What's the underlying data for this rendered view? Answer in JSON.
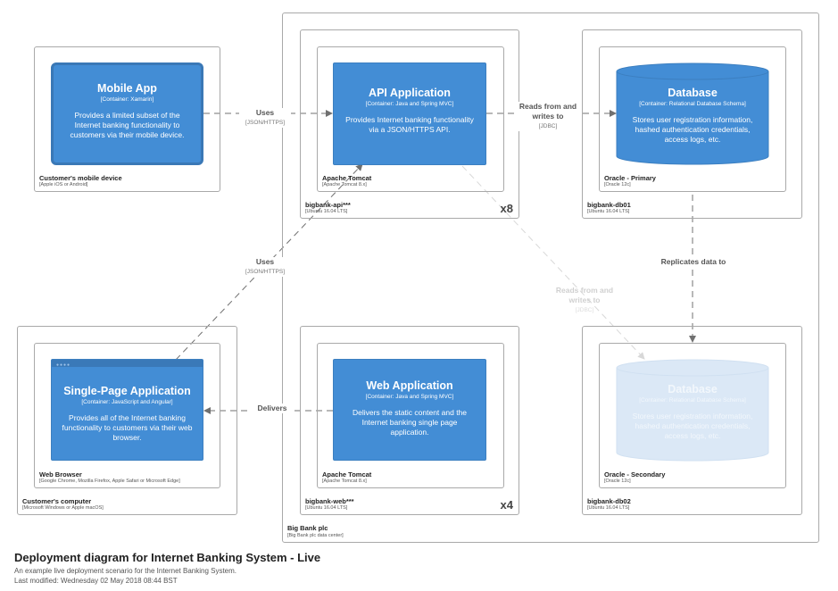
{
  "diagram": {
    "title": "Deployment diagram for Internet Banking System - Live",
    "description": "An example live deployment scenario for the Internet Banking System.",
    "last_modified": "Last modified: Wednesday 02 May 2018 08:44 BST"
  },
  "nodes": {
    "mobile_device": {
      "label": "Customer's mobile device",
      "tech": "[Apple iOS or Android]"
    },
    "customer_computer": {
      "label": "Customer's computer",
      "tech": "[Microsoft Windows or Apple macOS]"
    },
    "web_browser": {
      "label": "Web Browser",
      "tech": "[Google Chrome, Mozilla Firefox, Apple Safari or Microsoft Edge]"
    },
    "big_bank": {
      "label": "Big Bank plc",
      "tech": "[Big Bank plc data center]"
    },
    "bigbank_api": {
      "label": "bigbank-api***",
      "tech": "[Ubuntu 16.04 LTS]",
      "multiplier": "x8"
    },
    "tomcat_api": {
      "label": "Apache Tomcat",
      "tech": "[Apache Tomcat 8.x]"
    },
    "bigbank_web": {
      "label": "bigbank-web***",
      "tech": "[Ubuntu 16.04 LTS]",
      "multiplier": "x4"
    },
    "tomcat_web": {
      "label": "Apache Tomcat",
      "tech": "[Apache Tomcat 8.x]"
    },
    "bigbank_db01": {
      "label": "bigbank-db01",
      "tech": "[Ubuntu 16.04 LTS]"
    },
    "oracle_primary": {
      "label": "Oracle - Primary",
      "tech": "[Oracle 12c]"
    },
    "bigbank_db02": {
      "label": "bigbank-db02",
      "tech": "[Ubuntu 16.04 LTS]"
    },
    "oracle_secondary": {
      "label": "Oracle - Secondary",
      "tech": "[Oracle 12c]"
    }
  },
  "containers": {
    "mobile_app": {
      "title": "Mobile App",
      "tech": "[Container: Xamarin]",
      "description": "Provides a limited subset of the Internet banking functionality to customers via their mobile device."
    },
    "api_app": {
      "title": "API Application",
      "tech": "[Container: Java and Spring MVC]",
      "description": "Provides Internet banking functionality via a JSON/HTTPS API."
    },
    "database_primary": {
      "title": "Database",
      "tech": "[Container: Relational Database Schema]",
      "description": "Stores user registration information, hashed authentication credentials, access logs, etc."
    },
    "spa": {
      "title": "Single-Page Application",
      "tech": "[Container: JavaScript and Angular]",
      "description": "Provides all of the Internet banking functionality to customers via their web browser."
    },
    "web_app": {
      "title": "Web Application",
      "tech": "[Container: Java and Spring MVC]",
      "description": "Delivers the static content and the Internet banking single page application."
    },
    "database_secondary": {
      "title": "Database",
      "tech": "[Container: Relational Database Schema]",
      "description": "Stores user registration information, hashed authentication credentials, access logs, etc."
    }
  },
  "relationships": {
    "mobile_uses_api": {
      "label": "Uses",
      "tech": "[JSON/HTTPS]"
    },
    "spa_uses_api": {
      "label": "Uses",
      "tech": "[JSON/HTTPS]"
    },
    "api_reads_primary": {
      "label": "Reads from and writes to",
      "tech": "[JDBC]"
    },
    "api_reads_secondary": {
      "label": "Reads from and writes to",
      "tech": "[JDBC]"
    },
    "replicates": {
      "label": "Replicates data to",
      "tech": ""
    },
    "delivers": {
      "label": "Delivers",
      "tech": ""
    }
  },
  "colors": {
    "container_fill": "#438dd5",
    "container_faded": "#dbe8f6",
    "frame_border": "#a9a9a9",
    "edge": "#707070"
  }
}
